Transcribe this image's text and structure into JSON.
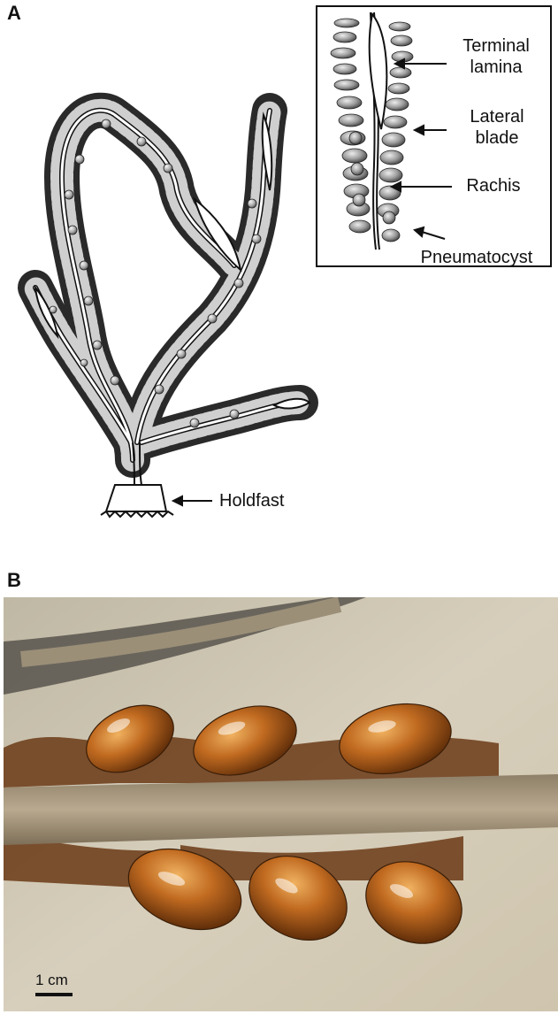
{
  "panels": {
    "a": {
      "letter": "A"
    },
    "b": {
      "letter": "B"
    }
  },
  "labels": {
    "terminal_lamina": "Terminal lamina",
    "lateral_blade": "Lateral blade",
    "rachis": "Rachis",
    "pneumatocyst": "Pneumatocyst",
    "holdfast": "Holdfast"
  },
  "photo": {
    "scale_label": "1 cm"
  }
}
